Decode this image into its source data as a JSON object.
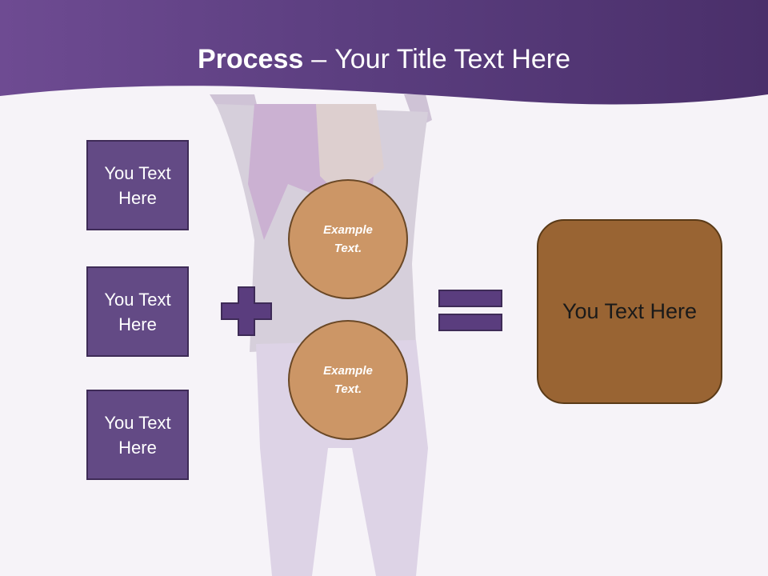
{
  "slide": {
    "title_bold": "Process",
    "title_separator": "–",
    "title_rest": "Your Title Text Here"
  },
  "inputs": [
    {
      "label": "You Text Here"
    },
    {
      "label": "You Text Here"
    },
    {
      "label": "You Text Here"
    }
  ],
  "circles": [
    {
      "label": "Example Text."
    },
    {
      "label": "Example Text."
    }
  ],
  "result": {
    "label": "You Text Here"
  },
  "icons": {
    "plus": "plus-icon",
    "equals": "equals-icon"
  },
  "colors": {
    "header_purple": "#5a3d7e",
    "box_purple": "#634a85",
    "circle_tan": "#cc9666",
    "result_brown": "#996433",
    "background": "#f6f3f8"
  }
}
